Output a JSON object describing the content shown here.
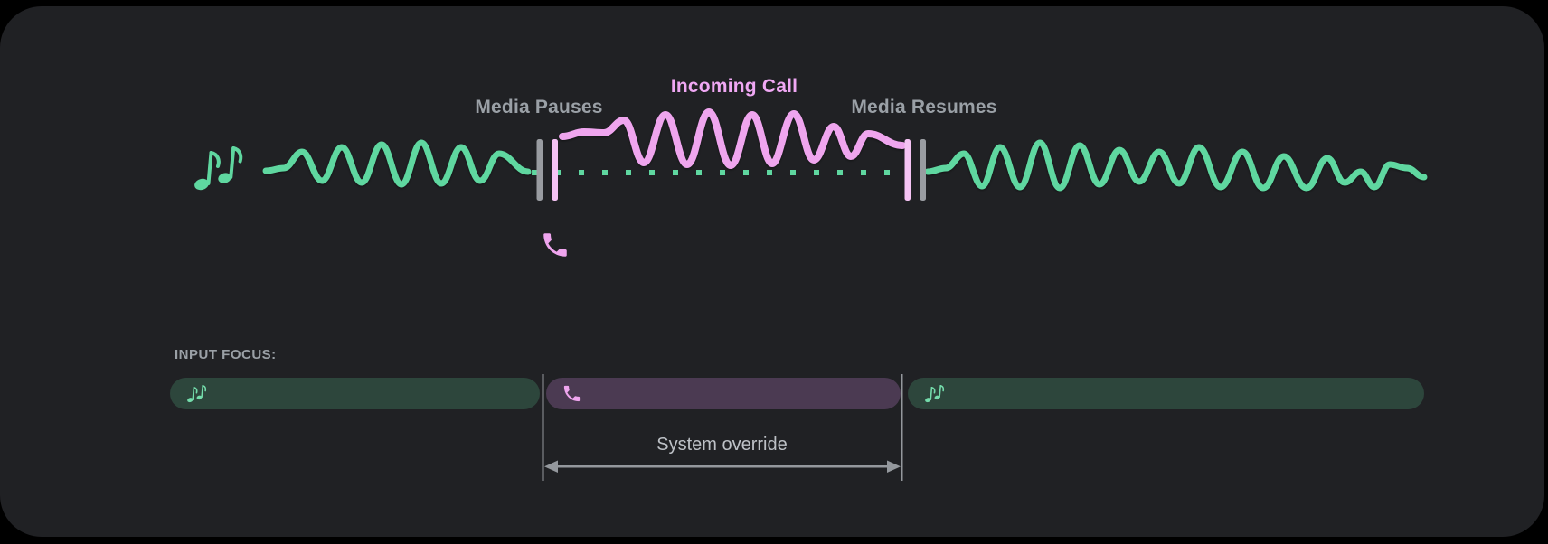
{
  "colors": {
    "background": "#000000",
    "card": "#202124",
    "media_green": "#5fd7a0",
    "call_pink": "#efa5ee",
    "call_pink_text": "#f0a8f4",
    "bar_gray": "#999ca1",
    "bar_pink": "#f5c3f4",
    "pill_media_bg": "#2d463c",
    "pill_call_bg": "#4b3a52",
    "label_gray": "#9aa0a6",
    "override_text_gray": "#bdc1c6",
    "bracket_arrow_gray": "#94989d"
  },
  "timeline": {
    "media_pauses_label": "Media Pauses",
    "incoming_call_label": "Incoming Call",
    "media_resumes_label": "Media Resumes",
    "media_icon": "music-notes-icon",
    "call_icon": "phone-icon",
    "paused_media_style": "dotted-line"
  },
  "input_focus": {
    "heading": "INPUT FOCUS:",
    "segments": [
      {
        "owner": "media",
        "icon": "music-notes-icon"
      },
      {
        "owner": "call",
        "icon": "phone-icon"
      },
      {
        "owner": "media",
        "icon": "music-notes-icon"
      }
    ],
    "override_label": "System override"
  }
}
